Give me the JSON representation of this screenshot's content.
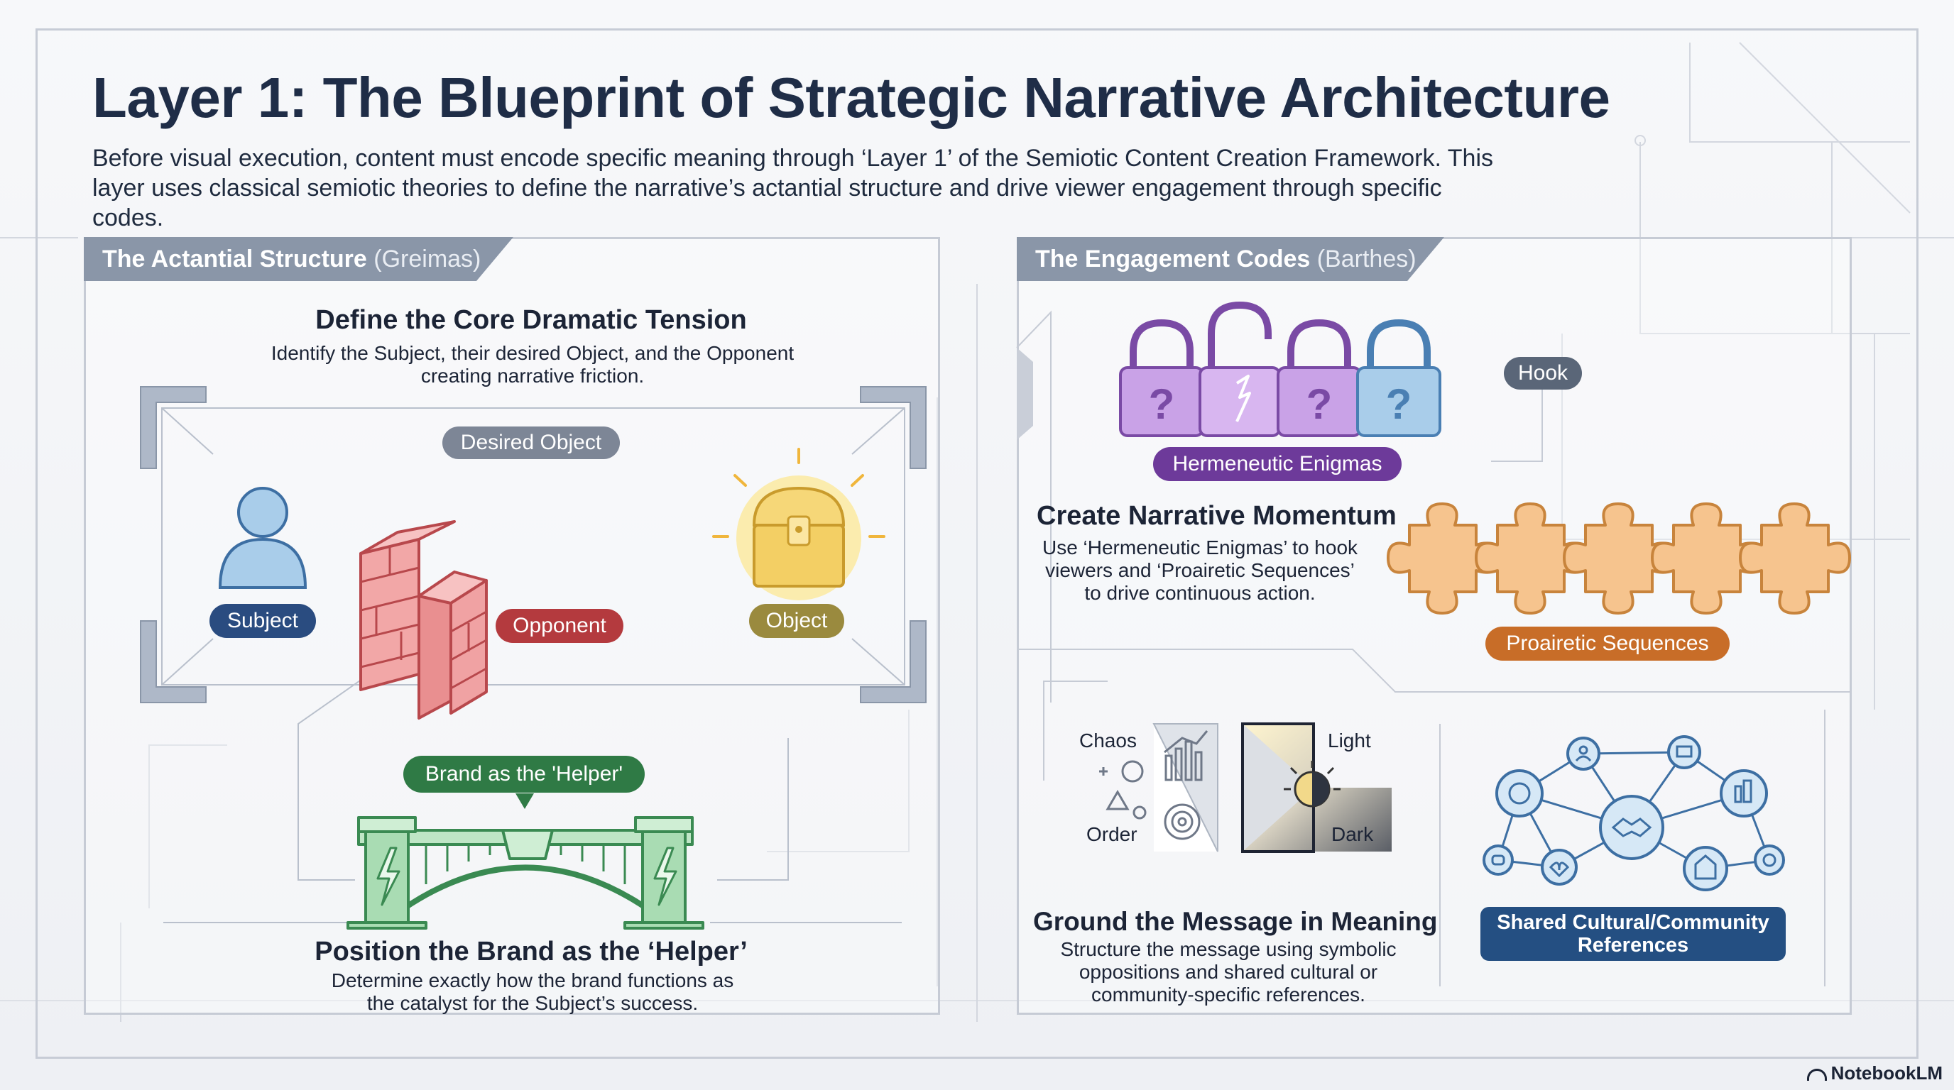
{
  "header": {
    "title": "Layer 1: The Blueprint of Strategic Narrative Architecture",
    "intro_line1": "Before visual execution, content must encode specific meaning through ‘Layer 1’ of the Semiotic Content Creation Framework. This",
    "intro_line2": "layer uses classical semiotic theories to define the narrative’s actantial structure and drive viewer engagement through specific codes."
  },
  "left_panel": {
    "tab_strong": "The Actantial Structure",
    "tab_light": "(Greimas)",
    "tension": {
      "heading": "Define the Core Dramatic Tension",
      "line1": "Identify the Subject, their desired Object, and the Opponent",
      "line2": "creating narrative friction."
    },
    "labels": {
      "desired_object": "Desired Object",
      "subject": "Subject",
      "opponent": "Opponent",
      "object": "Object",
      "helper": "Brand as the 'Helper'"
    },
    "helper": {
      "heading": "Position the Brand as the ‘Helper’",
      "line1": "Determine exactly how the brand functions as",
      "line2": "the catalyst for the Subject’s success."
    }
  },
  "right_panel": {
    "tab_strong": "The Engagement Codes",
    "tab_light": "(Barthes)",
    "hook": "Hook",
    "hermeneutic": "Hermeneutic Enigmas",
    "momentum": {
      "heading": "Create Narrative Momentum",
      "line1": "Use ‘Hermeneutic Enigmas’ to hook",
      "line2": "viewers and ‘Proairetic Sequences’",
      "line3": "to drive continuous action."
    },
    "proairetic": "Proairetic Sequences",
    "oppositions": {
      "chaos": "Chaos",
      "order": "Order",
      "light": "Light",
      "dark": "Dark"
    },
    "meaning": {
      "heading": "Ground the Message in Meaning",
      "line1": "Structure the message using symbolic",
      "line2": "oppositions and shared cultural or",
      "line3": "community-specific references."
    },
    "shared_line1": "Shared Cultural/Community",
    "shared_line2": "References"
  },
  "footer": {
    "brand": "NotebookLM"
  },
  "colors": {
    "title": "#1f2d47",
    "tab": "#8a96a8",
    "subject": "#2a4c80",
    "opponent": "#b43a3e",
    "object": "#9a8a3e",
    "helper": "#2f7a45",
    "hermeneutic": "#6d3a9a",
    "proairetic": "#c86d28",
    "shared": "#244f82",
    "hook": "#5a6678"
  }
}
